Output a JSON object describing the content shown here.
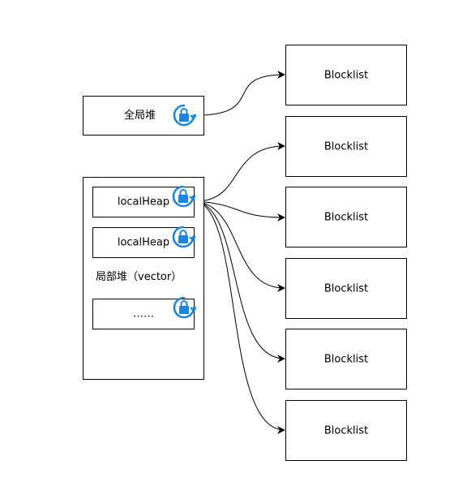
{
  "global_heap": {
    "label": "全局堆"
  },
  "local_heap_container": {
    "vector_label": "局部堆（vector）",
    "slots": [
      {
        "label": "localHeap"
      },
      {
        "label": "localHeap"
      },
      {
        "label": "……"
      }
    ]
  },
  "blocklists": [
    {
      "label": "Blocklist"
    },
    {
      "label": "Blocklist"
    },
    {
      "label": "Blocklist"
    },
    {
      "label": "Blocklist"
    },
    {
      "label": "Blocklist"
    },
    {
      "label": "Blocklist"
    }
  ],
  "colors": {
    "stroke": "#000000",
    "lock": "#1a86e0"
  },
  "icons": {
    "lock": "lock-icon"
  }
}
